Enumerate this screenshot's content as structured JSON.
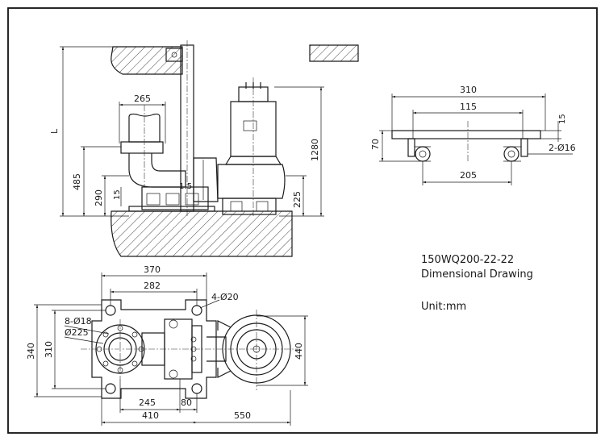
{
  "model": "150WQ200-22-22",
  "drawing_title": "Dimensional Drawing",
  "unit": "Unit:mm",
  "side_view": {
    "dim_265": "265",
    "dim_L": "L",
    "dim_485": "485",
    "dim_290": "290",
    "dim_15": "15",
    "dim_1280": "1280",
    "dim_225": "225",
    "slope": "1:5"
  },
  "top_right_view": {
    "dim_310": "310",
    "dim_115": "115",
    "dim_15": "15",
    "dim_70": "70",
    "dim_holes": "2-Ø16",
    "dim_205": "205"
  },
  "plan_view": {
    "dim_370": "370",
    "dim_282": "282",
    "dim_4holes": "4-Ø20",
    "dim_8holes": "8-Ø18",
    "dim_225": "Ø225",
    "dim_340": "340",
    "dim_310": "310",
    "dim_440": "440",
    "dim_245": "245",
    "dim_80": "80",
    "dim_410": "410",
    "dim_550": "550"
  }
}
